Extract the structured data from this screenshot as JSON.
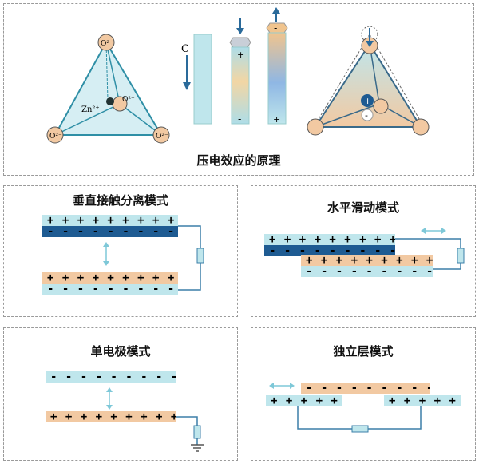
{
  "top": {
    "caption": "压电效应的原理",
    "c_label": "C",
    "zn_label": "Zn²⁺",
    "o_label": "O²⁻",
    "plus": "+",
    "minus": "-"
  },
  "panels": {
    "vertical": {
      "title": "垂直接触分离模式",
      "bar1": "+ + + + + + + + + + +",
      "bar2": "- - - - - - - - - - -",
      "bar3": "+ + + + + + + + + + +",
      "bar4": "- - - - - - - - - - -"
    },
    "lateral": {
      "title": "水平滑动模式",
      "bar1": "+ + + + + + + + + + +",
      "bar2": "- - - - - - - - - - -",
      "bar3": "+ + + + + + + + + + +",
      "bar4": "- - - - - - - - - - -"
    },
    "single": {
      "title": "单电极模式",
      "bar1": "- - - - - - - - - - -",
      "bar2": "+ + + + + + + + + + +"
    },
    "freestanding": {
      "title": "独立层模式",
      "bar1": "- - - - - - - - - - -",
      "bar2": "+ + + + +",
      "bar3": "+ + + + +"
    }
  },
  "colors": {
    "peach": "#f2c9a2",
    "light_blue": "#bfe6ec",
    "dark_blue": "#1e5b92",
    "wire": "#3b7fa8"
  }
}
